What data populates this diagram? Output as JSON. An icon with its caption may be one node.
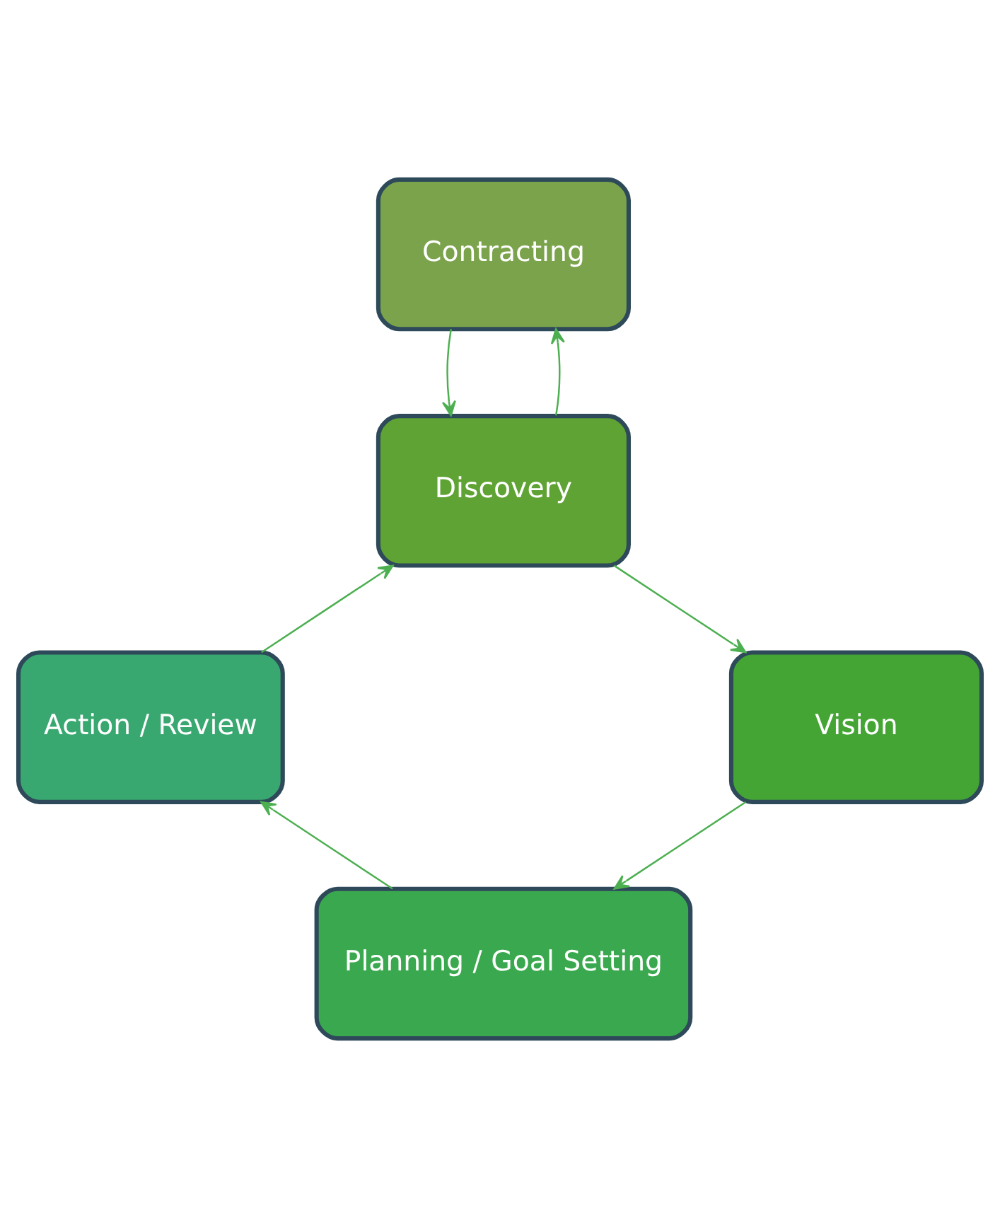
{
  "diagram": {
    "nodes": [
      {
        "text": [
          "Contracting"
        ]
      },
      {
        "text": [
          "Discovery"
        ]
      },
      {
        "text": [
          "Vision"
        ]
      },
      {
        "text": [
          "Planning / Goal Setting"
        ]
      },
      {
        "text": [
          "Action / Review"
        ]
      }
    ],
    "edges": [
      {
        "from": 1,
        "to": 0,
        "arrow": "to"
      },
      {
        "from": 0,
        "to": 1,
        "arrow": "to"
      },
      {
        "from": 1,
        "to": 2,
        "arrow": "to"
      },
      {
        "from": 2,
        "to": 3,
        "arrow": "to"
      },
      {
        "from": 3,
        "to": 4,
        "arrow": "to"
      },
      {
        "from": 4,
        "to": 1,
        "arrow": "to"
      }
    ]
  }
}
